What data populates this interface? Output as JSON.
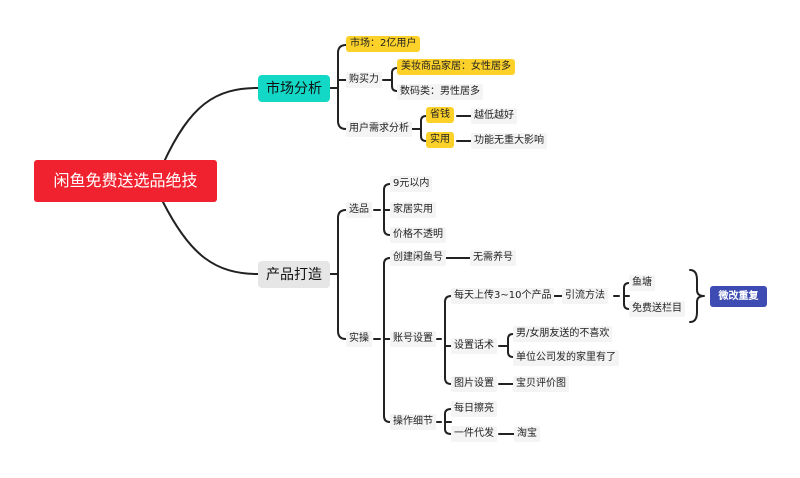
{
  "root": {
    "label": "闲鱼免费送选品绝技"
  },
  "market": {
    "label": "市场分析",
    "size": "市场：2亿用户",
    "buying_power": {
      "label": "购买力",
      "beauty": "美妆商品家居：女性居多",
      "digital": "数码类：男性居多"
    },
    "demand": {
      "label": "用户需求分析",
      "save": {
        "label": "省钱",
        "detail": "越低越好"
      },
      "practical": {
        "label": "实用",
        "detail": "功能无重大影响"
      }
    }
  },
  "product": {
    "label": "产品打造",
    "selection": {
      "label": "选品",
      "items": [
        "9元以内",
        "家居实用",
        "价格不透明"
      ]
    },
    "practice": {
      "label": "实操",
      "create": {
        "label": "创建闲鱼号",
        "detail": "无需养号"
      },
      "account": {
        "label": "账号设置",
        "daily": {
          "label": "每天上传3~10个产品",
          "traffic": "引流方法",
          "methods": [
            "鱼塘",
            "免费送栏目"
          ],
          "tag": "微改重复"
        },
        "script": {
          "label": "设置话术",
          "lines": [
            "男/女朋友送的不喜欢",
            "单位公司发的家里有了"
          ]
        },
        "image": {
          "label": "图片设置",
          "detail": "宝贝评价图"
        }
      },
      "ops": {
        "label": "操作细节",
        "polish": "每日擦亮",
        "dropship": {
          "label": "一件代发",
          "detail": "淘宝"
        }
      }
    }
  }
}
